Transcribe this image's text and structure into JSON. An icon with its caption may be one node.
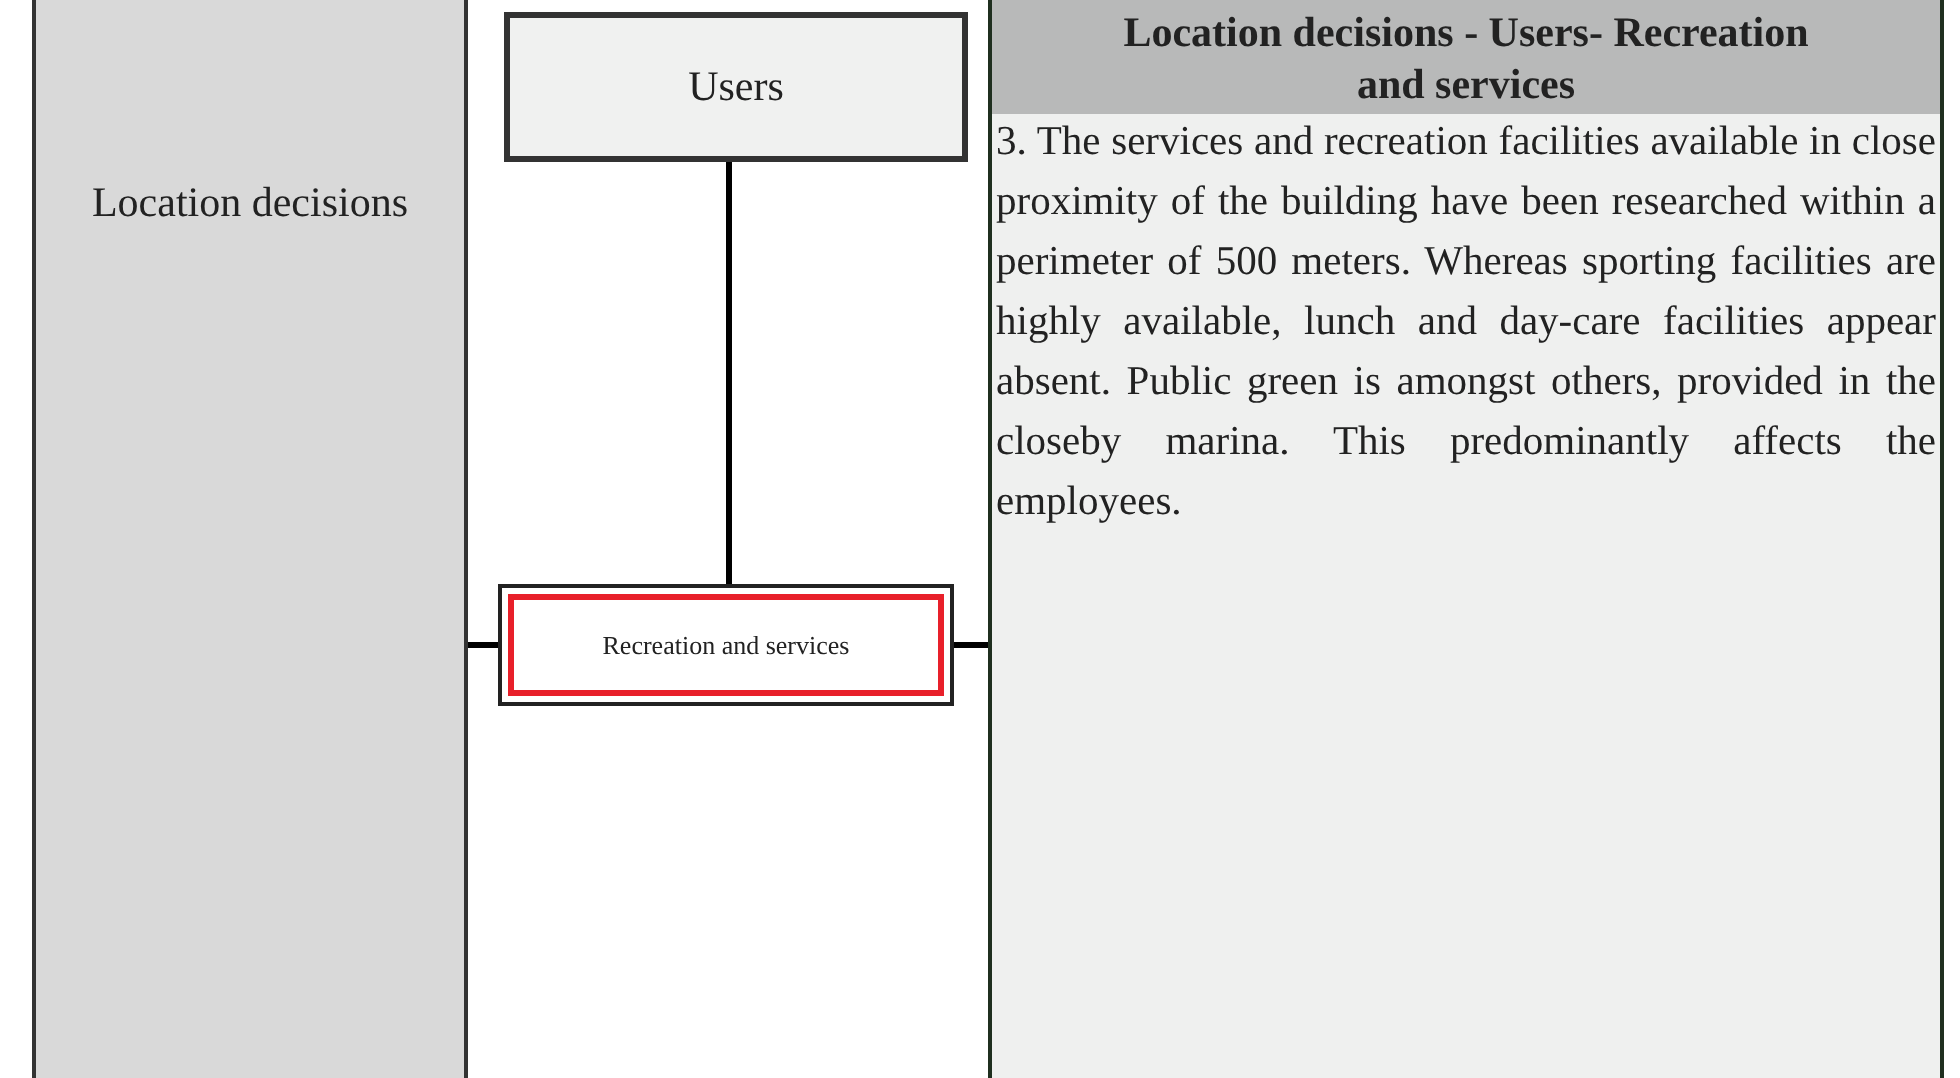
{
  "diagram": {
    "nodes": [
      {
        "text": [
          "Location decisions"
        ]
      },
      {
        "text": [
          "Users"
        ]
      },
      {
        "text": [
          "Recreation and services"
        ]
      },
      {
        "text": [
          "Location decisions - Users- Recreation and services",
          "3. The services and recreation facilities available in close proximity of the building have been researched within a perimeter of 500 meters. Whereas sporting facilities are highly available, lunch and day-care facilities appear absent. Public green is amongst others, provided in the closeby marina. This predominantly affects the employees."
        ]
      }
    ],
    "edges": [
      {
        "from": 1,
        "to": 2,
        "arrow": "none"
      },
      {
        "from": 0,
        "to": 2,
        "arrow": "none"
      },
      {
        "from": 2,
        "to": 3,
        "arrow": "none"
      }
    ]
  }
}
